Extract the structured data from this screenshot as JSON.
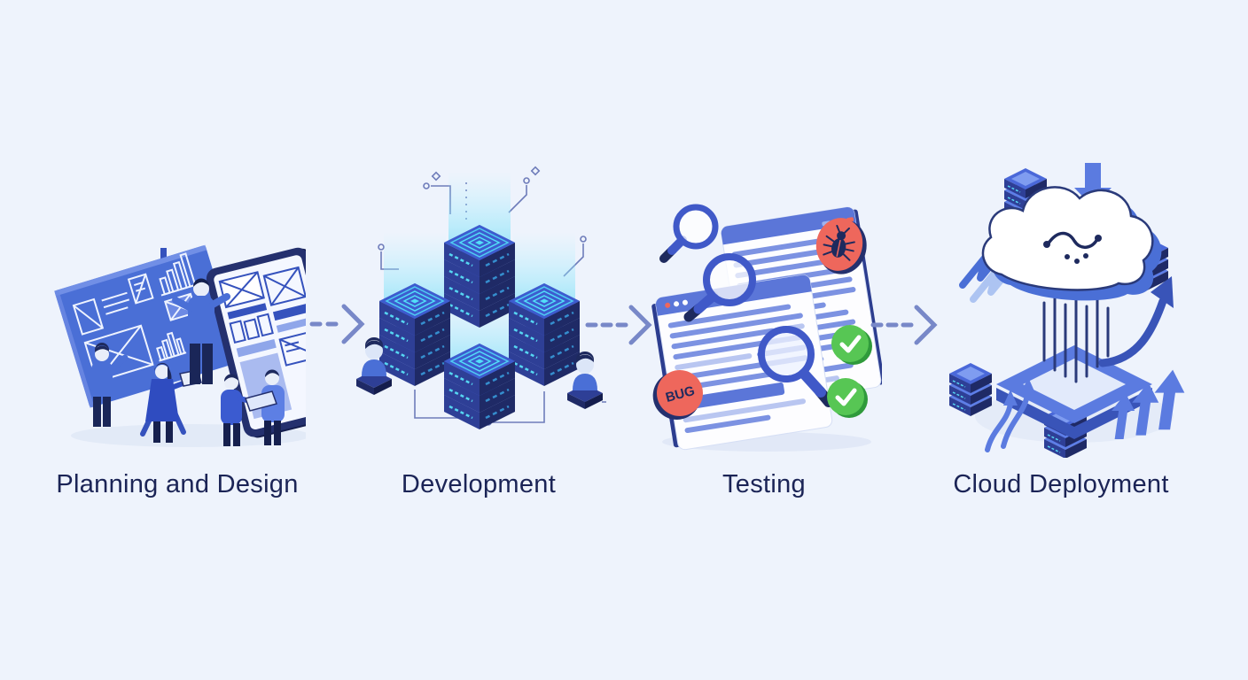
{
  "page": {
    "background": "#eef3fc",
    "type": "software-lifecycle-process-diagram"
  },
  "pipeline": {
    "stages": [
      {
        "id": "planning-and-design",
        "label": "Planning and Design",
        "illustration": "team-around-whiteboard-and-wireframe-tablet"
      },
      {
        "id": "development",
        "label": "Development",
        "illustration": "isometric-server-stacks-with-circuits"
      },
      {
        "id": "testing",
        "label": "Testing",
        "illustration": "browser-windows-with-magnifiers-bug-and-checks"
      },
      {
        "id": "cloud-deployment",
        "label": "Cloud Deployment",
        "illustration": "cloud-over-chip-with-databases-and-growth-arrows"
      }
    ],
    "connector": {
      "style": "dashed-chevron-arrow",
      "count": 3
    }
  },
  "testing": {
    "bug_badge_label": "BUG"
  },
  "icons": [
    "whiteboard-icon",
    "tablet-icon",
    "person-figure",
    "server-stack-icon",
    "developer-avatar-icon",
    "browser-window-icon",
    "magnifier-icon",
    "bug-icon",
    "check-icon",
    "bug-badge",
    "cloud-icon",
    "chip-platform-icon",
    "database-stack-icon",
    "down-arrow-icon",
    "lightning-icon",
    "growth-arrow-icon",
    "up-arrows-icon",
    "flow-arrows-icon",
    "stage-arrow-icon"
  ],
  "colors": {
    "background": "#eef3fc",
    "label_text": "#1b2456",
    "primary_blue": "#4a6fd6",
    "mid_blue": "#3954b8",
    "dark_navy": "#1f2a66",
    "face_navy": "#2e3f96",
    "cyan_glow": "#52dff8",
    "arrow_slate": "#7888c8",
    "error_red": "#ee675c",
    "success_green": "#57c654",
    "window_header": "#5b76d8",
    "white": "#ffffff"
  }
}
